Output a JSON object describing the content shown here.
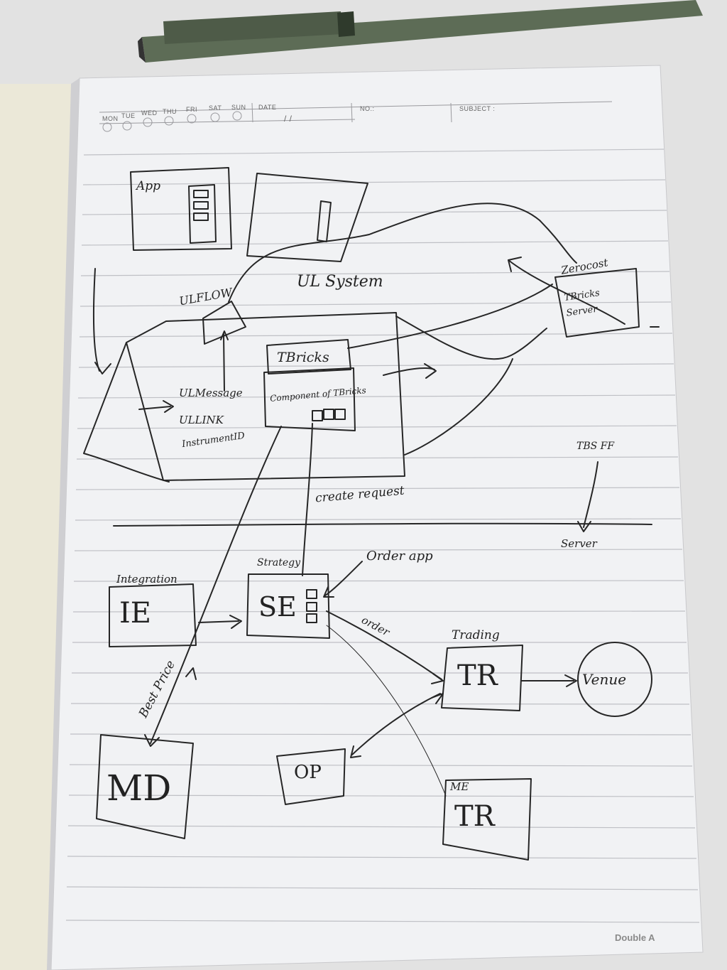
{
  "notebook": {
    "days": [
      "MON",
      "TUE",
      "WED",
      "THU",
      "FRI",
      "SAT",
      "SUN"
    ],
    "date_label": "DATE",
    "date_value": "/ /",
    "no_label": "NO.:",
    "subject_label": "SUBJECT :",
    "brand": "Double A"
  },
  "sketch": {
    "app": "App",
    "ul_flow": "ULFLOW",
    "ul_system": "UL System",
    "tbricks": "TBricks",
    "ul_message": "ULMessage",
    "ul_link": "ULLINK",
    "instrument_id": "InstrumentID",
    "component": "Component of TBricks",
    "zerocost": "Zerocost",
    "tbricks_server": "TBricks Server",
    "tbs_ff": "TBS FF",
    "server": "Server",
    "create_request": "create request",
    "strategy": "Strategy",
    "order_app": "Order app",
    "integration": "Integration",
    "ie": "IE",
    "se": "SE",
    "order": "order",
    "trading": "Trading",
    "tr": "TR",
    "venue": "Venue",
    "best_price": "Best Price",
    "md": "MD",
    "op": "OP",
    "me": "ME",
    "me_tr": "TR"
  }
}
